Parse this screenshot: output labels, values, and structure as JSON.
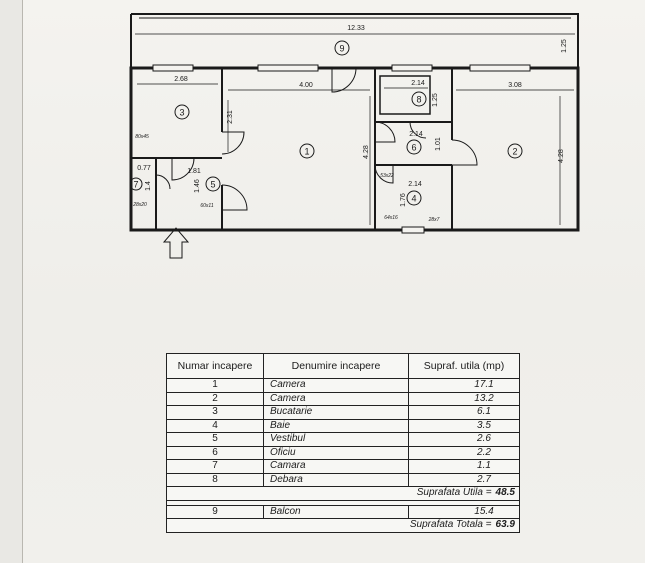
{
  "plan": {
    "rooms": [
      {
        "num": "1"
      },
      {
        "num": "2"
      },
      {
        "num": "3"
      },
      {
        "num": "4"
      },
      {
        "num": "5"
      },
      {
        "num": "6"
      },
      {
        "num": "7"
      },
      {
        "num": "8"
      },
      {
        "num": "9"
      }
    ],
    "dims": {
      "balcony_width": "12.33",
      "balcony_depth": "1.25",
      "room3_width": "2.68",
      "room3_depth": "2.31",
      "room1_width": "4.00",
      "room1_depth": "4.28",
      "room8_width": "2.14",
      "room8_depth": "1.25",
      "room2_width": "3.08",
      "room2_depth": "4.28",
      "room6_width": "2.14",
      "room6_depth": "1.01",
      "room4_width": "2.14",
      "room4_depth": "1.76",
      "room7_width": "0.77",
      "room7_depth": "1.4",
      "room5_width": "1.81",
      "room5_depth": "1.46",
      "door_3": "80x45",
      "door_7": "28x20",
      "door_5": "60x11",
      "door_4a": "53x22",
      "door_4b": "64x16",
      "door_4c": "28x7"
    }
  },
  "table": {
    "headers": [
      "Numar incapere",
      "Denumire incapere",
      "Supraf. utila (mp)"
    ],
    "rows": [
      {
        "num": "1",
        "name": "Camera",
        "area": "17.1"
      },
      {
        "num": "2",
        "name": "Camera",
        "area": "13.2"
      },
      {
        "num": "3",
        "name": "Bucatarie",
        "area": "6.1"
      },
      {
        "num": "4",
        "name": "Baie",
        "area": "3.5"
      },
      {
        "num": "5",
        "name": "Vestibul",
        "area": "2.6"
      },
      {
        "num": "6",
        "name": "Oficiu",
        "area": "2.2"
      },
      {
        "num": "7",
        "name": "Camara",
        "area": "1.1"
      },
      {
        "num": "8",
        "name": "Debara",
        "area": "2.7"
      }
    ],
    "utila_label": "Suprafata Utila =",
    "utila_value": "48.5",
    "balcon": {
      "num": "9",
      "name": "Balcon",
      "area": "15.4"
    },
    "totala_label": "Suprafata Totala =",
    "totala_value": "63.9"
  }
}
